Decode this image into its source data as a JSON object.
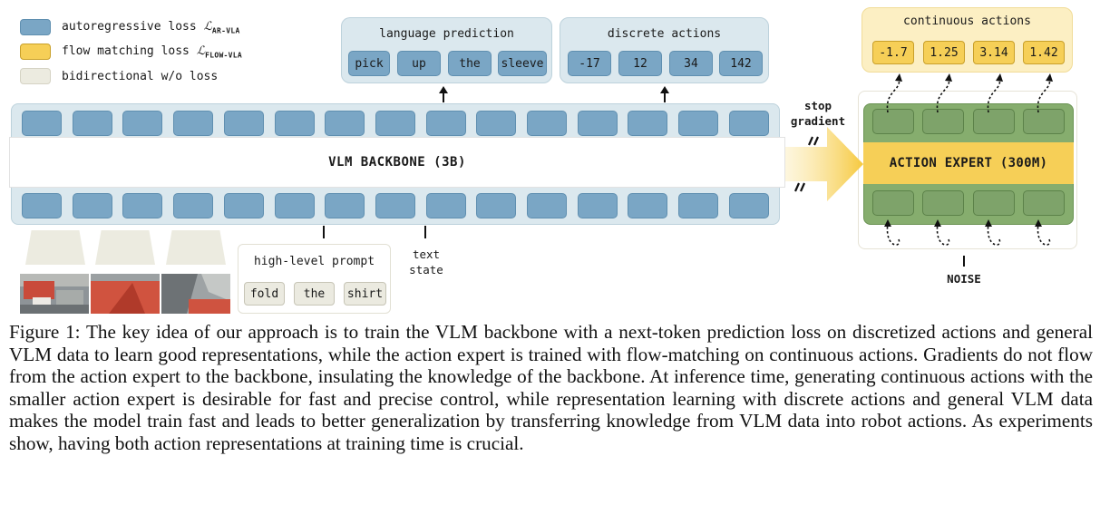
{
  "legend": [
    {
      "label": "autoregressive loss ",
      "math": "ℒ",
      "sub": "AR-VLA",
      "color": "#7aa6c5"
    },
    {
      "label": "flow matching loss ",
      "math": "ℒ",
      "sub": "FLOW-VLA",
      "color": "#f6cf57"
    },
    {
      "label": "bidirectional w/o loss",
      "math": "",
      "sub": "",
      "color": "#ecebe0"
    }
  ],
  "language_prediction": {
    "title": "language prediction",
    "tokens": [
      "pick",
      "up",
      "the",
      "sleeve"
    ]
  },
  "discrete_actions": {
    "title": "discrete actions",
    "tokens": [
      "-17",
      "12",
      "34",
      "142"
    ]
  },
  "continuous_actions": {
    "title": "continuous actions",
    "tokens": [
      "-1.7",
      "1.25",
      "3.14",
      "1.42"
    ]
  },
  "backbone": {
    "label": "VLM BACKBONE (3B)"
  },
  "action_expert": {
    "label": "ACTION EXPERT (300M)"
  },
  "stop_gradient": {
    "line1": "stop",
    "line2": "gradient"
  },
  "high_level_prompt": {
    "title": "high-level prompt",
    "tokens": [
      "fold",
      "the",
      "shirt"
    ]
  },
  "text_state": {
    "line1": "text",
    "line2": "state"
  },
  "noise": {
    "label": "NOISE"
  },
  "caption": {
    "label": "Figure 1:",
    "text": " The key idea of our approach is to train the VLM backbone with a next-token prediction loss on discretized actions and general VLM data to learn good representations, while the action expert is trained with flow-matching on continuous actions. Gradients do not flow from the action expert to the backbone, insulating the knowledge of the backbone. At inference time, generating continuous actions with the smaller action expert is desirable for fast and precise control, while representation learning with discrete actions and general VLM data makes the model train fast and leads to better generalization by transferring knowledge from VLM data into robot actions. As experiments show, having both action representations at training time is crucial."
  }
}
